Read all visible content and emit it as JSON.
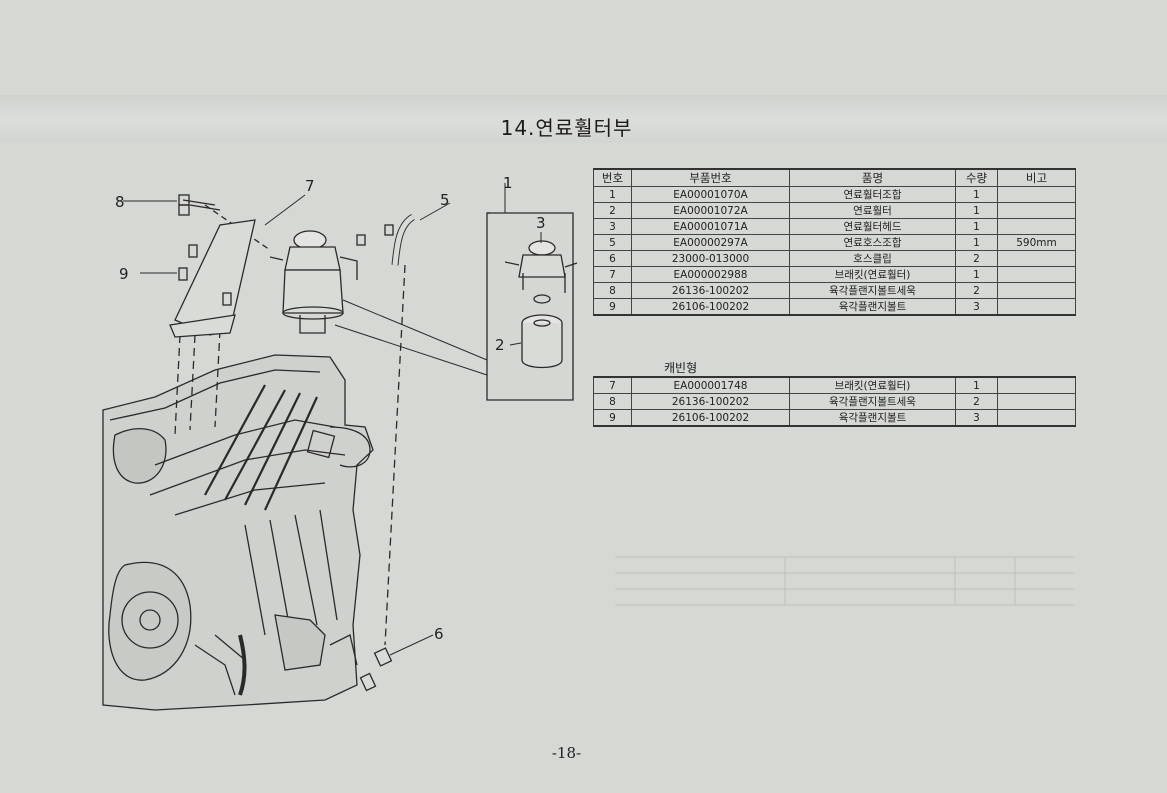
{
  "title": "14.연료훨터부",
  "page_number": "-18-",
  "callouts": {
    "c1": "1",
    "c2": "2",
    "c3": "3",
    "c5": "5",
    "c6": "6",
    "c7": "7",
    "c8": "8",
    "c9": "9"
  },
  "table_main": {
    "headers": [
      "번호",
      "부품번호",
      "품명",
      "수량",
      "비고"
    ],
    "rows": [
      [
        "1",
        "EA00001070A",
        "연료훨터조합",
        "1",
        ""
      ],
      [
        "2",
        "EA00001072A",
        "연료훨터",
        "1",
        ""
      ],
      [
        "3",
        "EA00001071A",
        "연료훨터헤드",
        "1",
        ""
      ],
      [
        "5",
        "EA00000297A",
        "연료호스조합",
        "1",
        "590mm"
      ],
      [
        "6",
        "23000-013000",
        "호스클립",
        "2",
        ""
      ],
      [
        "7",
        "EA000002988",
        "브래킷(연료훨터)",
        "1",
        ""
      ],
      [
        "8",
        "26136-100202",
        "육각플랜지볼트세욱",
        "2",
        ""
      ],
      [
        "9",
        "26106-100202",
        "육각플랜지볼트",
        "3",
        ""
      ]
    ]
  },
  "cab_label": "캐빈형",
  "table_cab": {
    "rows": [
      [
        "7",
        "EA000001748",
        "브래킷(연료훨터)",
        "1",
        ""
      ],
      [
        "8",
        "26136-100202",
        "육각플랜지볼트세욱",
        "2",
        ""
      ],
      [
        "9",
        "26106-100202",
        "육각플랜지볼트",
        "3",
        ""
      ]
    ]
  }
}
